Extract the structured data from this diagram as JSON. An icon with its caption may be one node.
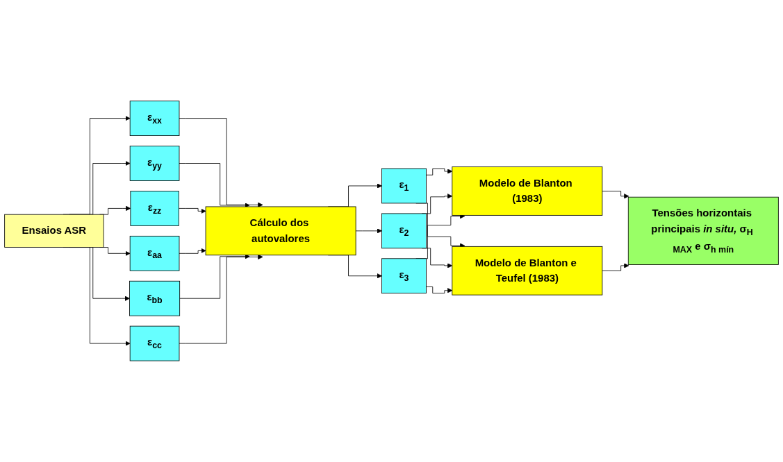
{
  "diagram": {
    "nodes": [
      {
        "text": [
          "Ensaios ASR"
        ]
      },
      {
        "text": [
          "ε$_{xx}$"
        ]
      },
      {
        "text": [
          "ε$_{yy}$"
        ]
      },
      {
        "text": [
          "ε$_{zz}$"
        ]
      },
      {
        "text": [
          "ε$_{aa}$"
        ]
      },
      {
        "text": [
          "ε$_{bb}$"
        ]
      },
      {
        "text": [
          "ε$_{cc}$"
        ]
      },
      {
        "text": [
          "Cálculo dos autovalores"
        ]
      },
      {
        "text": [
          "ε$_{1}$"
        ]
      },
      {
        "text": [
          "ε$_{2}$"
        ]
      },
      {
        "text": [
          "ε$_{3}$"
        ]
      },
      {
        "text": [
          "Modelo de Blanton (1983)"
        ]
      },
      {
        "text": [
          "Modelo de Blanton e Teufel (1983)"
        ]
      },
      {
        "text": [
          "Tensões horizontais principais *in situ,* σ$_{H MAX}$ e σ$_{h mín}$"
        ]
      }
    ],
    "edges": [
      {
        "from": 0,
        "to": 1,
        "arrow": "to"
      },
      {
        "from": 0,
        "to": 2,
        "arrow": "to"
      },
      {
        "from": 0,
        "to": 3,
        "arrow": "to"
      },
      {
        "from": 0,
        "to": 4,
        "arrow": "to"
      },
      {
        "from": 0,
        "to": 5,
        "arrow": "to"
      },
      {
        "from": 0,
        "to": 6,
        "arrow": "to"
      },
      {
        "from": 1,
        "to": 7,
        "arrow": "to"
      },
      {
        "from": 2,
        "to": 7,
        "arrow": "to"
      },
      {
        "from": 3,
        "to": 7,
        "arrow": "to"
      },
      {
        "from": 4,
        "to": 7,
        "arrow": "to"
      },
      {
        "from": 5,
        "to": 7,
        "arrow": "to"
      },
      {
        "from": 6,
        "to": 7,
        "arrow": "to"
      },
      {
        "from": 7,
        "to": 8,
        "arrow": "to"
      },
      {
        "from": 7,
        "to": 9,
        "arrow": "to"
      },
      {
        "from": 7,
        "to": 10,
        "arrow": "to"
      },
      {
        "from": 8,
        "to": 11,
        "arrow": "to"
      },
      {
        "from": 8,
        "to": 12,
        "arrow": "to"
      },
      {
        "from": 9,
        "to": 11,
        "arrow": "to"
      },
      {
        "from": 9,
        "to": 12,
        "arrow": "to"
      },
      {
        "from": 10,
        "to": 11,
        "arrow": "to"
      },
      {
        "from": 10,
        "to": 12,
        "arrow": "to"
      },
      {
        "from": 11,
        "to": 13,
        "arrow": "to"
      },
      {
        "from": 12,
        "to": 13,
        "arrow": "to"
      }
    ]
  }
}
